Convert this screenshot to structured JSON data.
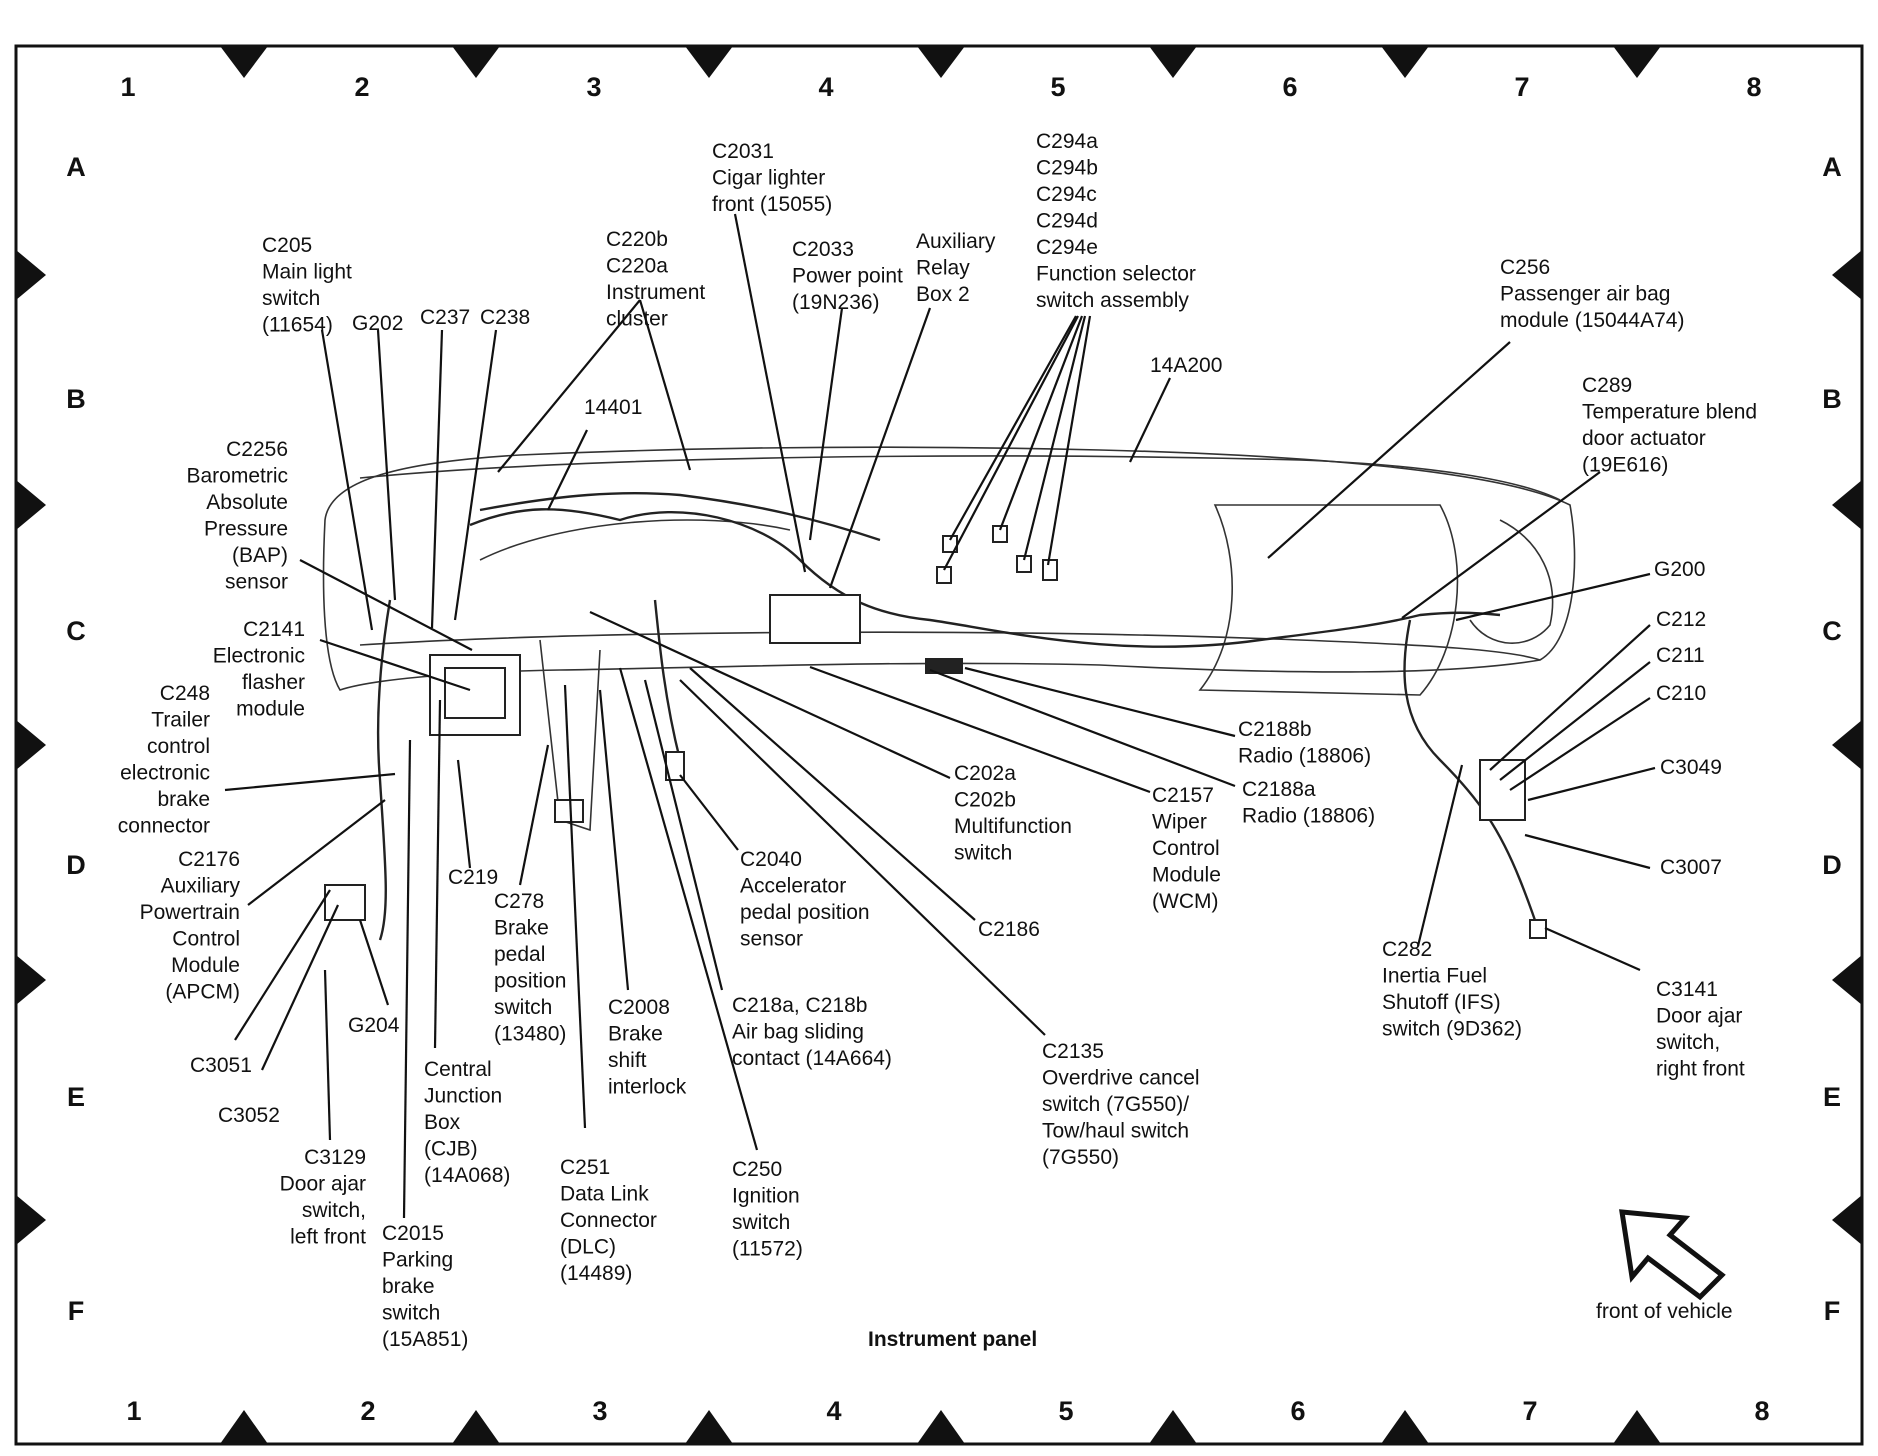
{
  "diagram": {
    "title": "Instrument panel",
    "orientation_label": "front of vehicle",
    "grid": {
      "columns": [
        "1",
        "2",
        "3",
        "4",
        "5",
        "6",
        "7",
        "8"
      ],
      "rows": [
        "A",
        "B",
        "C",
        "D",
        "E",
        "F"
      ]
    },
    "labels": [
      {
        "id": "c205",
        "lines": [
          "C205",
          "Main light",
          "switch",
          "(11654)"
        ]
      },
      {
        "id": "g202",
        "lines": [
          "G202"
        ]
      },
      {
        "id": "c237",
        "lines": [
          "C237"
        ]
      },
      {
        "id": "c238",
        "lines": [
          "C238"
        ]
      },
      {
        "id": "c220",
        "lines": [
          "C220b",
          "C220a",
          "Instrument",
          "cluster"
        ]
      },
      {
        "id": "c2031",
        "lines": [
          "C2031",
          "Cigar lighter",
          "front (15055)"
        ]
      },
      {
        "id": "c2033",
        "lines": [
          "C2033",
          "Power point",
          "(19N236)"
        ]
      },
      {
        "id": "arb2",
        "lines": [
          "Auxiliary",
          "Relay",
          "Box 2"
        ]
      },
      {
        "id": "c294",
        "lines": [
          "C294a",
          "C294b",
          "C294c",
          "C294d",
          "C294e",
          "Function selector",
          "switch assembly"
        ]
      },
      {
        "id": "c256",
        "lines": [
          "C256",
          "Passenger air bag",
          "module (15044A74)"
        ]
      },
      {
        "id": "h14a200",
        "lines": [
          "14A200"
        ]
      },
      {
        "id": "c289",
        "lines": [
          "C289",
          "Temperature blend",
          "door actuator",
          "(19E616)"
        ]
      },
      {
        "id": "h14401",
        "lines": [
          "14401"
        ]
      },
      {
        "id": "c2256",
        "lines": [
          "C2256",
          "Barometric",
          "Absolute",
          "Pressure",
          "(BAP)",
          "sensor"
        ]
      },
      {
        "id": "g200",
        "lines": [
          "G200"
        ]
      },
      {
        "id": "c2141",
        "lines": [
          "C2141",
          "Electronic",
          "flasher",
          "module"
        ]
      },
      {
        "id": "c212",
        "lines": [
          "C212"
        ]
      },
      {
        "id": "c211",
        "lines": [
          "C211"
        ]
      },
      {
        "id": "c210",
        "lines": [
          "C210"
        ]
      },
      {
        "id": "c248",
        "lines": [
          "C248",
          "Trailer",
          "control",
          "electronic",
          "brake",
          "connector"
        ]
      },
      {
        "id": "c2188b",
        "lines": [
          "C2188b",
          "Radio (18806)"
        ]
      },
      {
        "id": "c3049",
        "lines": [
          "C3049"
        ]
      },
      {
        "id": "c202",
        "lines": [
          "C202a",
          "C202b",
          "Multifunction",
          "switch"
        ]
      },
      {
        "id": "c2157",
        "lines": [
          "C2157",
          "Wiper",
          "Control",
          "Module",
          "(WCM)"
        ]
      },
      {
        "id": "c2188a",
        "lines": [
          "C2188a",
          "Radio (18806)"
        ]
      },
      {
        "id": "c2176",
        "lines": [
          "C2176",
          "Auxiliary",
          "Powertrain",
          "Control",
          "Module",
          "(APCM)"
        ]
      },
      {
        "id": "c219",
        "lines": [
          "C219"
        ]
      },
      {
        "id": "c2040",
        "lines": [
          "C2040",
          "Accelerator",
          "pedal position",
          "sensor"
        ]
      },
      {
        "id": "c3007",
        "lines": [
          "C3007"
        ]
      },
      {
        "id": "c278",
        "lines": [
          "C278",
          "Brake",
          "pedal",
          "position",
          "switch",
          "(13480)"
        ]
      },
      {
        "id": "c2186",
        "lines": [
          "C2186"
        ]
      },
      {
        "id": "c282",
        "lines": [
          "C282",
          "Inertia Fuel",
          "Shutoff (IFS)",
          "switch (9D362)"
        ]
      },
      {
        "id": "c3141",
        "lines": [
          "C3141",
          "Door ajar",
          "switch,",
          "right front"
        ]
      },
      {
        "id": "g204",
        "lines": [
          "G204"
        ]
      },
      {
        "id": "c2008",
        "lines": [
          "C2008",
          "Brake",
          "shift",
          "interlock"
        ]
      },
      {
        "id": "c218",
        "lines": [
          "C218a, C218b",
          "Air bag sliding",
          "contact (14A664)"
        ]
      },
      {
        "id": "c3051",
        "lines": [
          "C3051"
        ]
      },
      {
        "id": "c2135",
        "lines": [
          "C2135",
          "Overdrive cancel",
          "switch (7G550)/",
          "Tow/haul switch",
          "(7G550)"
        ]
      },
      {
        "id": "cjb",
        "lines": [
          "Central",
          "Junction",
          "Box",
          "(CJB)",
          "(14A068)"
        ]
      },
      {
        "id": "c3052",
        "lines": [
          "C3052"
        ]
      },
      {
        "id": "c3129",
        "lines": [
          "C3129",
          "Door ajar",
          "switch,",
          "left front"
        ]
      },
      {
        "id": "c251",
        "lines": [
          "C251",
          "Data Link",
          "Connector",
          "(DLC)",
          "(14489)"
        ]
      },
      {
        "id": "c250",
        "lines": [
          "C250",
          "Ignition",
          "switch",
          "(11572)"
        ]
      },
      {
        "id": "c2015",
        "lines": [
          "C2015",
          "Parking",
          "brake",
          "switch",
          "(15A851)"
        ]
      }
    ]
  }
}
